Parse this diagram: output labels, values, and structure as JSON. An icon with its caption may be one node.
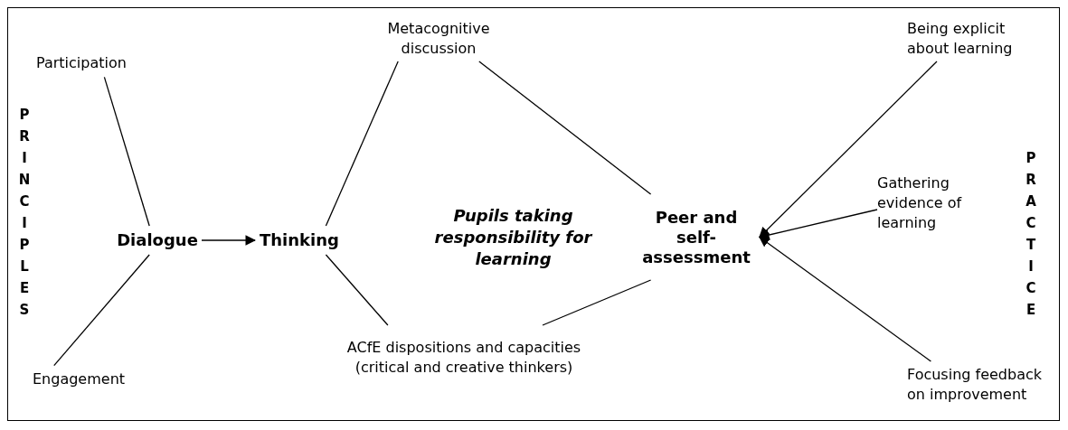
{
  "diagram": {
    "nodes": [
      {
        "text": [
          "Participation"
        ]
      },
      {
        "text": [
          "Engagement"
        ]
      },
      {
        "text": [
          "Dialogue"
        ]
      },
      {
        "text": [
          "Thinking"
        ]
      },
      {
        "text": [
          "Metacognitive discussion"
        ]
      },
      {
        "text": [
          "ACfE dispositions and capacities (critical and creative thinkers)"
        ]
      },
      {
        "text": [
          "Peer and self-assessment"
        ]
      },
      {
        "text": [
          "Being explicit about learning"
        ]
      },
      {
        "text": [
          "Gathering evidence of learning"
        ]
      },
      {
        "text": [
          "Focusing feedback on improvement"
        ]
      }
    ],
    "edges": [
      {
        "from": 0,
        "to": 2,
        "arrow": "none"
      },
      {
        "from": 1,
        "to": 2,
        "arrow": "none"
      },
      {
        "from": 2,
        "to": 3,
        "arrow": "to"
      },
      {
        "from": 3,
        "to": 4,
        "arrow": "none"
      },
      {
        "from": 3,
        "to": 5,
        "arrow": "none"
      },
      {
        "from": 4,
        "to": 6,
        "arrow": "none"
      },
      {
        "from": 5,
        "to": 6,
        "arrow": "none"
      },
      {
        "from": 7,
        "to": 6,
        "arrow": "to"
      },
      {
        "from": 8,
        "to": 6,
        "arrow": "to"
      },
      {
        "from": 9,
        "to": 6,
        "arrow": "to"
      }
    ],
    "labels": [
      "PRINCIPLES",
      "Pupils taking responsibility for learning",
      "PRACTICE"
    ]
  }
}
